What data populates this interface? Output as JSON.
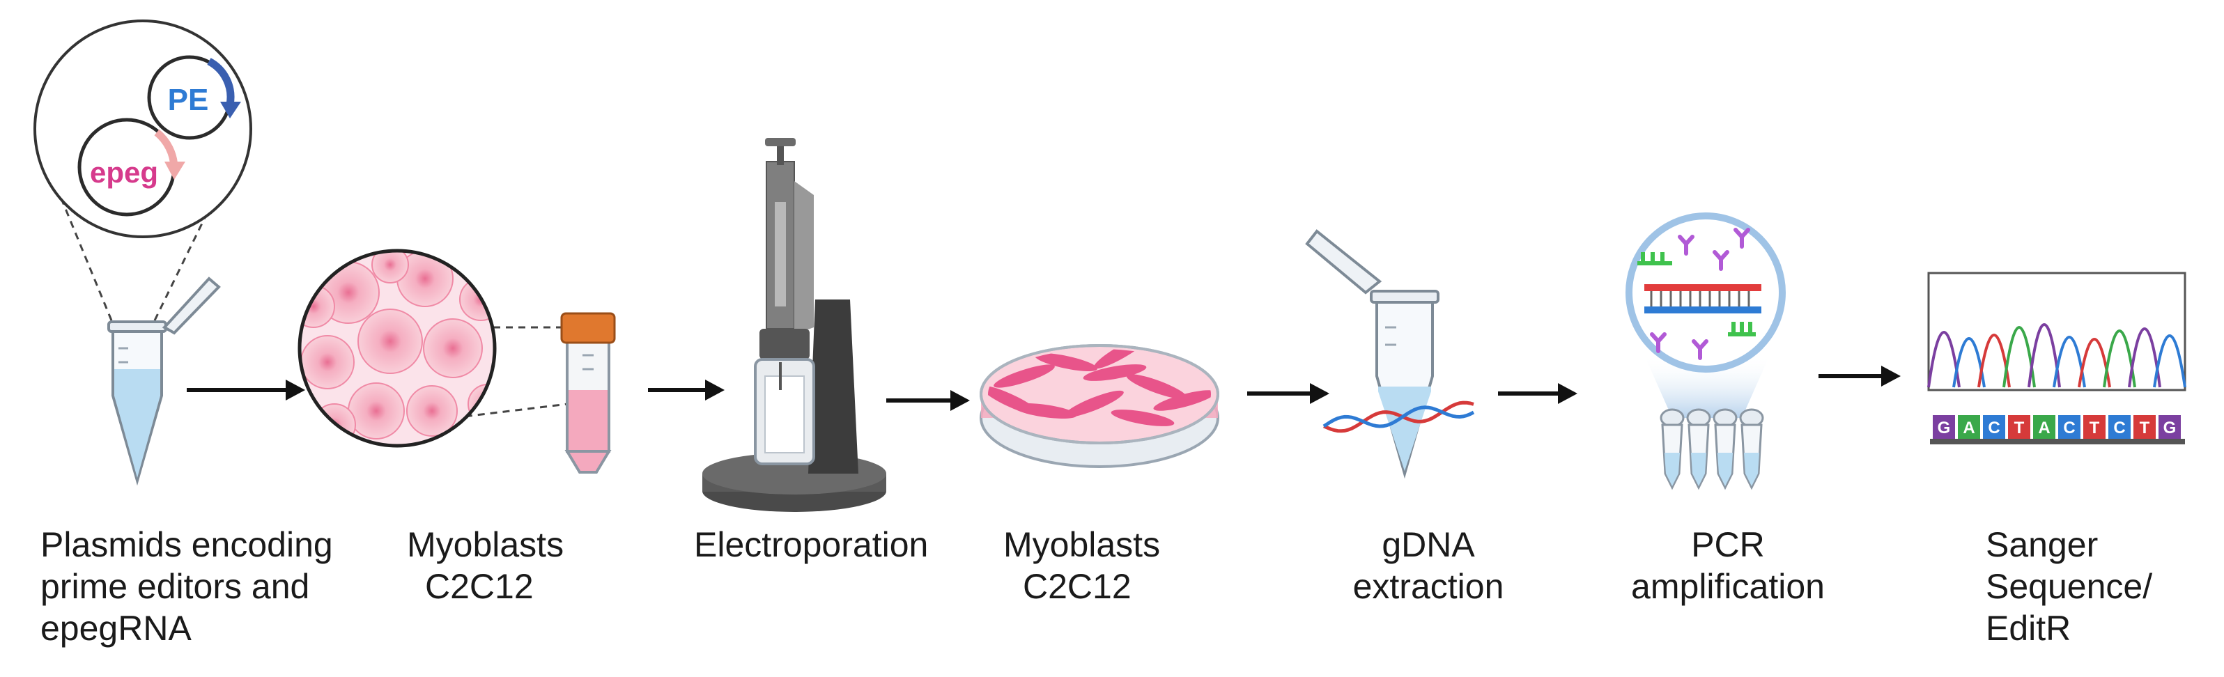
{
  "steps": [
    {
      "lines": [
        "Plasmids encoding",
        "prime editors and",
        "epegRNA"
      ]
    },
    {
      "lines": [
        "Myoblasts",
        "C2C12"
      ]
    },
    {
      "lines": [
        "Electroporation"
      ]
    },
    {
      "lines": [
        "Myoblasts",
        "C2C12"
      ]
    },
    {
      "lines": [
        "gDNA",
        "extraction"
      ]
    },
    {
      "lines": [
        "PCR",
        "amplification"
      ]
    },
    {
      "lines": [
        "Sanger",
        "Sequence/",
        "EditR"
      ]
    }
  ],
  "plasmids": {
    "pe": "PE",
    "epeg": "epeg"
  },
  "sequence_letters": [
    "G",
    "A",
    "C",
    "T",
    "A",
    "C",
    "T",
    "C",
    "T",
    "G"
  ],
  "colors": {
    "pe_text": "#2e7bd4",
    "pe_arrow": "#3a5fb0",
    "epeg_text": "#d63a8c",
    "epeg_arrow": "#f0a8a8",
    "liquid": "#b9dcf2",
    "cells": "#f4a9be",
    "tube_cap": "#e0782e",
    "arrow": "#111111"
  },
  "chromatogram_colors": [
    "#7b3fa0",
    "#2e7bd4",
    "#d63a3a",
    "#3aa84a"
  ]
}
